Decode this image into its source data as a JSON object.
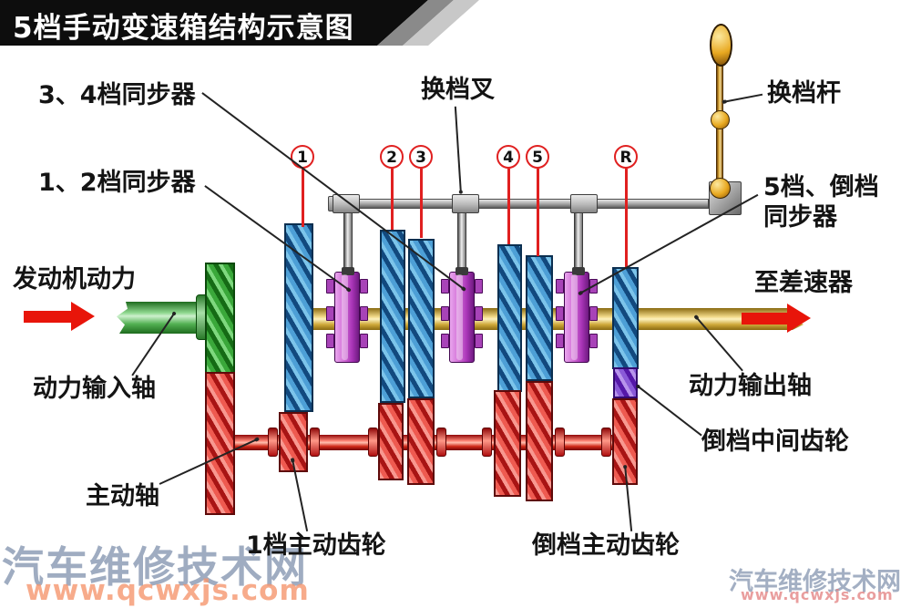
{
  "title": "5档手动变速箱结构示意图",
  "labels": {
    "sync34": "3、4档同步器",
    "sync12": "1、2档同步器",
    "shift_fork": "换档叉",
    "shift_lever": "换档杆",
    "sync5r": "5档、倒档\n同步器",
    "engine_power": "发动机动力",
    "to_differential": "至差速器",
    "input_shaft": "动力输入轴",
    "output_shaft": "动力输出轴",
    "countershaft": "主动轴",
    "first_gear_drive": "1档主动齿轮",
    "reverse_idler": "倒档中间齿轮",
    "reverse_drive": "倒档主动齿轮"
  },
  "gear_markers": [
    {
      "label": "1"
    },
    {
      "label": "2"
    },
    {
      "label": "3"
    },
    {
      "label": "4"
    },
    {
      "label": "5"
    },
    {
      "label": "R"
    }
  ],
  "watermark": {
    "site": "汽车维修技术网",
    "url": "www.qcwxjs.com"
  },
  "colors": {
    "marker_red": "#e02020",
    "arrow_red": "#e8150a",
    "gear_blue": "#4d9fd6",
    "gear_red": "#ee5a50",
    "gear_green": "#3aa83a",
    "sync_purple": "#c857cc",
    "idler_violet": "#8a5ad8",
    "shaft_yellow": "#e8c860",
    "shaft_green": "#52b052",
    "shaft_red": "#d02818",
    "rail_gray": "#9a9a9a",
    "title_bg": "#0d0d0d",
    "watermark_blue": "#8e9eb6",
    "watermark_orange": "#f5966e"
  }
}
